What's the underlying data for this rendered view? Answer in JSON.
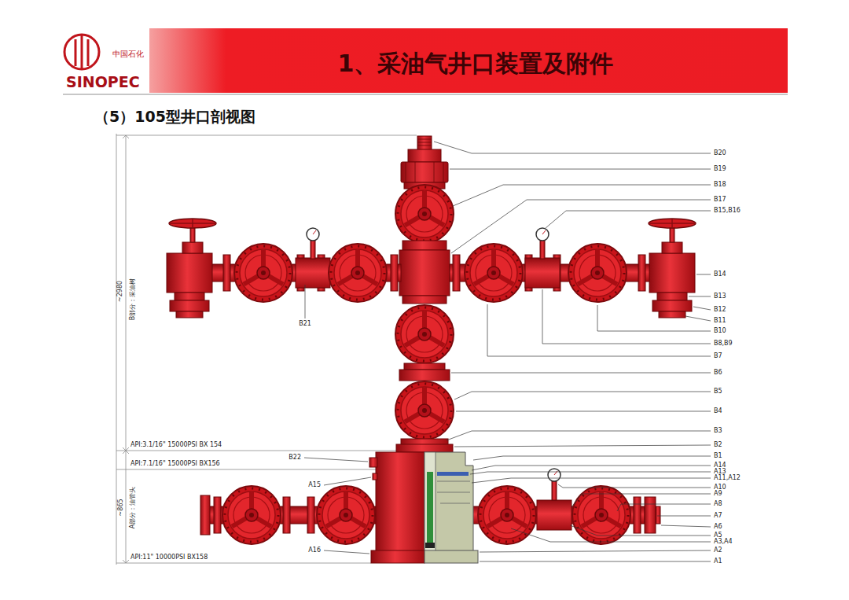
{
  "diagram": {
    "title": "1、采油气井口装置及附件",
    "labels": [
      "中国石化",
      "SINOPEC",
      "（5）105型井口剖视图",
      "~2980",
      "B部分：采油树",
      "~865",
      "A部分：油管头",
      "API:3.1/16\" 15000PSI BX 154",
      "API:7.1/16\" 15000PSI  BX156",
      "API:11\" 10000PSI  BX158",
      "B20",
      "B19",
      "B18",
      "B17",
      "B15,B16",
      "B14",
      "B13",
      "B12",
      "B11",
      "B10",
      "B8,B9",
      "B7",
      "B6",
      "B5",
      "B4",
      "B3",
      "B2",
      "B1",
      "A14",
      "A13",
      "A11,A12",
      "A10",
      "A9",
      "A8",
      "A7",
      "A6",
      "A5",
      "A3,A4",
      "A2",
      "A1",
      "B21",
      "B22",
      "A15",
      "A16"
    ]
  }
}
